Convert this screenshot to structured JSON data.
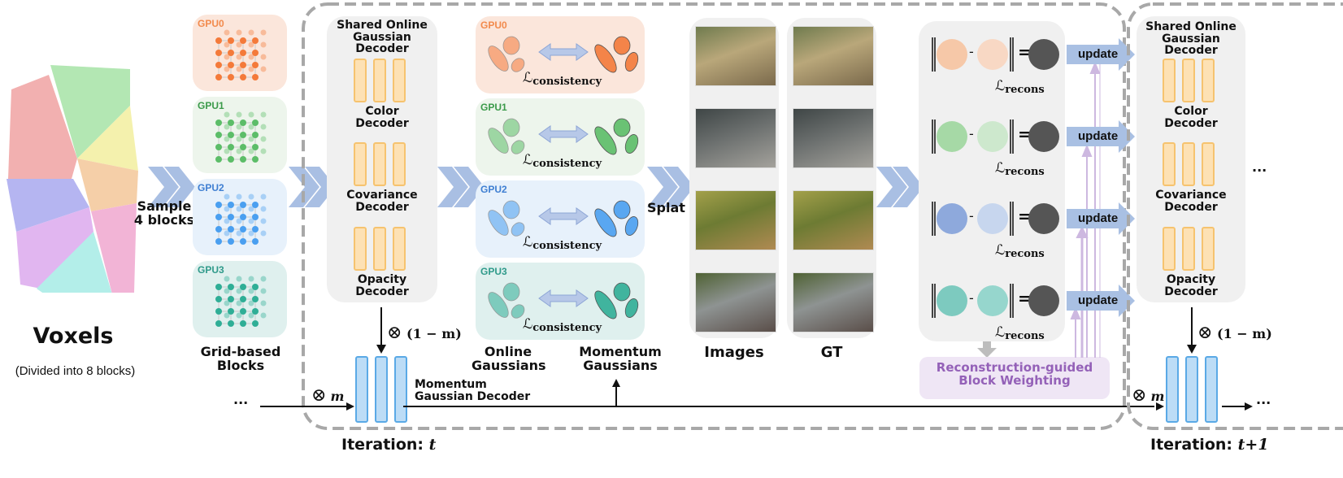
{
  "voxels": {
    "title": "Voxels",
    "subtitle": "(Divided into 8 blocks)",
    "segment_colors": [
      "#f0a3a3",
      "#a6e3a6",
      "#f3ef9f",
      "#f4c79a",
      "#a9a9ef",
      "#dcaaee",
      "#f0a8cf",
      "#a6ece6"
    ]
  },
  "sample_label": [
    "Sample",
    "4 blocks"
  ],
  "gpus": [
    {
      "name": "GPU0",
      "color": "#f28a4c",
      "bg": "#fbe6db",
      "dot": "#f47a3a"
    },
    {
      "name": "GPU1",
      "color": "#3b9a4a",
      "bg": "#edf5ec",
      "dot": "#5cbd68"
    },
    {
      "name": "GPU2",
      "color": "#3f7fd2",
      "bg": "#e7f1fb",
      "dot": "#4a9ff0"
    },
    {
      "name": "GPU3",
      "color": "#2f9a8a",
      "bg": "#dff0ee",
      "dot": "#2fae96"
    }
  ],
  "grid_blocks_label": [
    "Grid-based",
    "Blocks"
  ],
  "online_decoder": {
    "title": [
      "Shared Online",
      "Gaussian Decoder"
    ],
    "sub_decoders": [
      [
        "Color",
        "Decoder"
      ],
      [
        "Covariance",
        "Decoder"
      ],
      [
        "Opacity",
        "Decoder"
      ]
    ]
  },
  "momentum_decoder": {
    "label": [
      "Momentum",
      "Gaussian Decoder"
    ],
    "one_minus_m": "(1 − m)",
    "times_m": "m",
    "otimes": "⊗"
  },
  "consistency": {
    "loss": "ℒ",
    "loss_sub": "consistency"
  },
  "online_gaussians_label": [
    "Online",
    "Gaussians"
  ],
  "momentum_gaussians_label": [
    "Momentum",
    "Gaussians"
  ],
  "splat_label": "Splat",
  "images_label": "Images",
  "gt_label": "GT",
  "recon": {
    "loss": "ℒ",
    "loss_sub": "recons",
    "rows": [
      {
        "a": "#f6c8a8",
        "b": "#f8d8c4"
      },
      {
        "a": "#a6d9a6",
        "b": "#cde8cd"
      },
      {
        "a": "#8ea9dc",
        "b": "#c7d6ee"
      },
      {
        "a": "#7dcabf",
        "b": "#96d6cd"
      }
    ],
    "result_color": "#555555",
    "minus": "-",
    "equals": "="
  },
  "update_label": "update",
  "weighting": [
    "Reconstruction-guided",
    "Block Weighting"
  ],
  "iteration_t": {
    "prefix": "Iteration: ",
    "var": "t"
  },
  "iteration_t1": {
    "prefix": "Iteration: ",
    "var": "t+1"
  },
  "ellipsis": "···",
  "colors": {
    "chevron": "#a9bfe3",
    "dash": "#a8a8a8",
    "purple": "#9461b8",
    "purple_bg": "#efe6f5",
    "purple_arrow": "#cdb8e0"
  }
}
